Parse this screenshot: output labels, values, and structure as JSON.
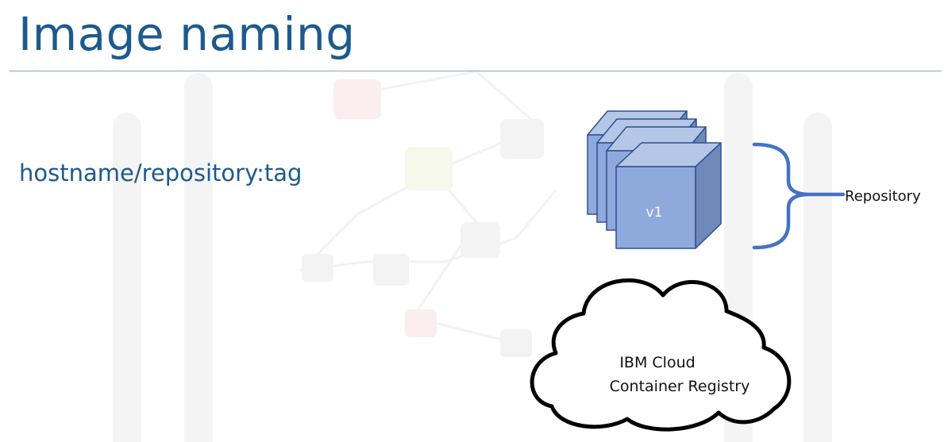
{
  "slide": {
    "title": "Image naming",
    "format": "hostname/repository:tag"
  },
  "diagram": {
    "image_tag": "v1",
    "bracket_label": "Repository",
    "registry_line1": "IBM Cloud",
    "registry_line2": "Container Registry"
  },
  "colors": {
    "title": "#1d5a8e",
    "cube_front": "#8ea9db",
    "cube_top": "#b4c7e7",
    "cube_side": "#6f8ab8",
    "cube_edge": "#2f4f8f",
    "bracket": "#4472c4"
  }
}
